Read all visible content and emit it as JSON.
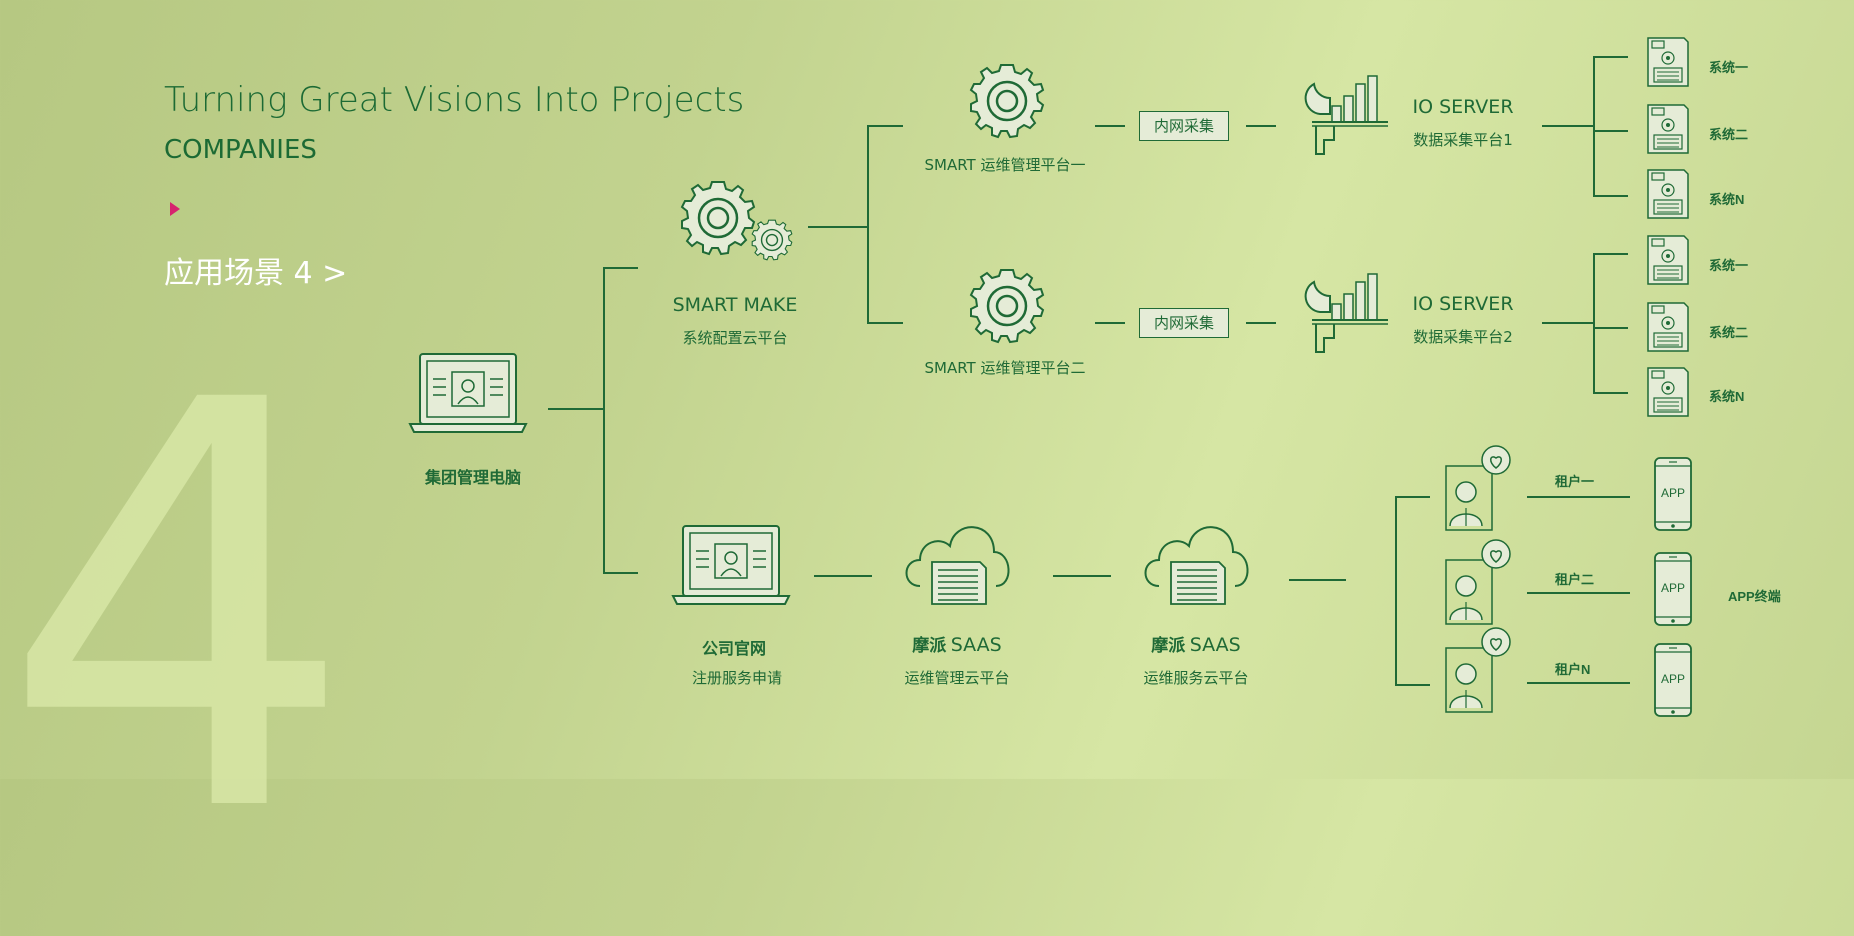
{
  "header": {
    "title": "Turning Great Visions Into Projects",
    "subtitle": "COMPANIES",
    "scene_label": "应用场景  4  >",
    "big_number": "4"
  },
  "nodes": {
    "group_pc": "集团管理电脑",
    "smart_make": {
      "title": "SMART MAKE",
      "sub": "系统配置云平台"
    },
    "smart_ops_1": "SMART 运维管理平台一",
    "smart_ops_2": "SMART 运维管理平台二",
    "intranet_1": "内网采集",
    "intranet_2": "内网采集",
    "io_server_1": {
      "title": "IO SERVER",
      "sub": "数据采集平台1"
    },
    "io_server_2": {
      "title": "IO SERVER",
      "sub": "数据采集平台2"
    },
    "systems_1": [
      "系统一",
      "系统二",
      "系统N"
    ],
    "systems_2": [
      "系统一",
      "系统二",
      "系统N"
    ],
    "company_site": {
      "title": "公司官网",
      "sub": "注册服务申请"
    },
    "saas_ops": {
      "bold": "摩派",
      "title": "SAAS",
      "sub": "运维管理云平台"
    },
    "saas_service": {
      "bold": "摩派",
      "title": "SAAS",
      "sub": "运维服务云平台"
    },
    "tenants": [
      "租户一",
      "租户二",
      "租户N"
    ],
    "phone_label": "APP",
    "app_terminal": "APP终端"
  },
  "colors": {
    "line": "#1f6a36",
    "accent": "#d6246e",
    "icon_fill": "#e5ecd7",
    "background": "#c2d38f"
  },
  "icons": [
    "gear-icon",
    "laptop-icon",
    "chart-icon",
    "floppy-disk-icon",
    "cloud-document-icon",
    "user-heart-icon",
    "phone-icon",
    "play-triangle-icon"
  ]
}
